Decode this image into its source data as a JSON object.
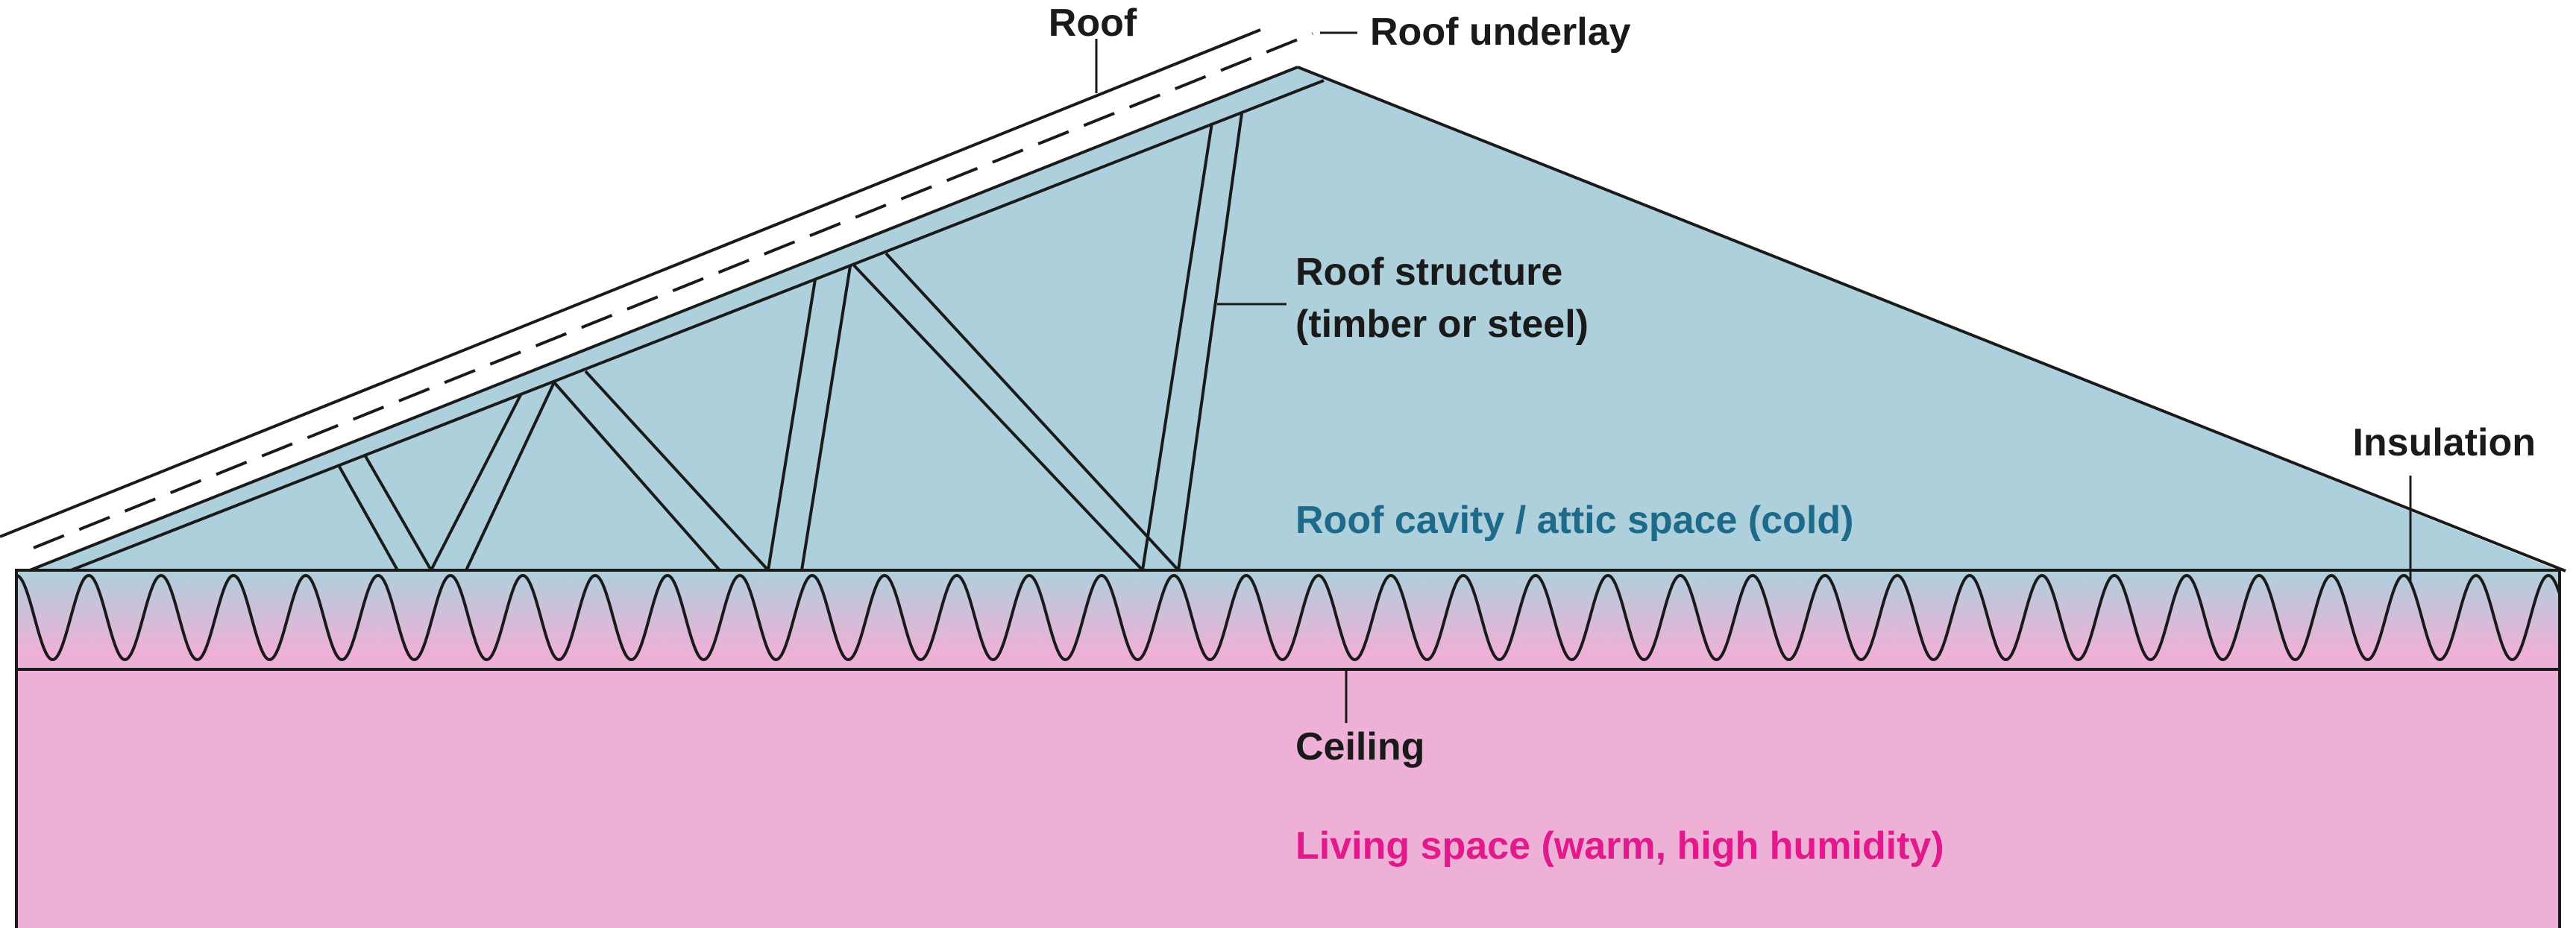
{
  "labels": {
    "roof": "Roof",
    "roof_underlay": "Roof underlay",
    "roof_structure_line1": "Roof structure",
    "roof_structure_line2": "(timber or steel)",
    "insulation": "Insulation",
    "roof_cavity": "Roof cavity / attic space (cold)",
    "ceiling": "Ceiling",
    "living_space": "Living space (warm, high humidity)"
  },
  "colors": {
    "attic": "#aed0dc",
    "living": "#efb0d8",
    "outline": "#1a1a1a",
    "cold_text": "#1e6a8a",
    "warm_text": "#e1198a"
  }
}
